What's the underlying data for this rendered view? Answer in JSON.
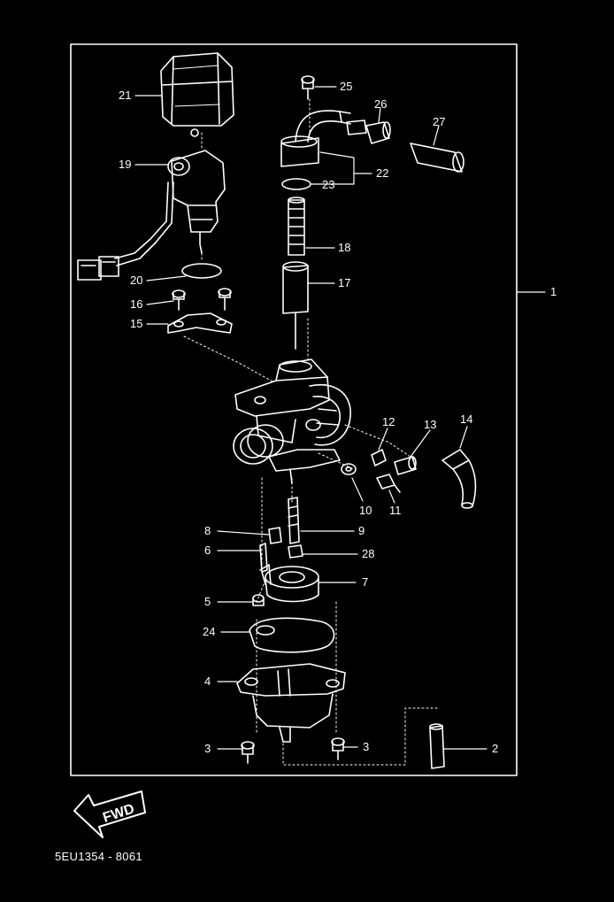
{
  "diagram": {
    "reference_code": "5EU1354 - 8061",
    "fwd_label": "FWD",
    "callouts": [
      "21",
      "19",
      "20",
      "16",
      "15",
      "25",
      "26",
      "27",
      "22",
      "23",
      "18",
      "17",
      "1",
      "12",
      "13",
      "14",
      "10",
      "11",
      "8",
      "9",
      "6",
      "28",
      "7",
      "5",
      "24",
      "4",
      "3",
      "3",
      "2"
    ]
  },
  "colors": {
    "background": "#000000",
    "line": "#ffffff"
  }
}
